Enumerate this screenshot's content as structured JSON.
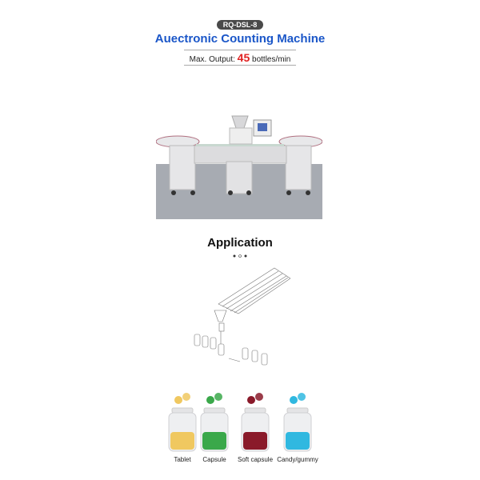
{
  "header": {
    "model_badge": "RQ-DSL-8",
    "title": "Auectronic Counting Machine",
    "output_label": "Max. Output:",
    "output_value": "45",
    "output_unit": "bottles/min"
  },
  "application": {
    "heading": "Application",
    "products": [
      {
        "label": "Tablet",
        "color": "#f0c860"
      },
      {
        "label": "Capsule",
        "color": "#3aa84a"
      },
      {
        "label": "Soft capsule",
        "color": "#8a1a2a"
      },
      {
        "label": "Candy/gummy",
        "color": "#30b8e0"
      }
    ]
  },
  "colors": {
    "title": "#1a56c8",
    "highlight": "#e02020",
    "badge": "#4a4a4a"
  }
}
